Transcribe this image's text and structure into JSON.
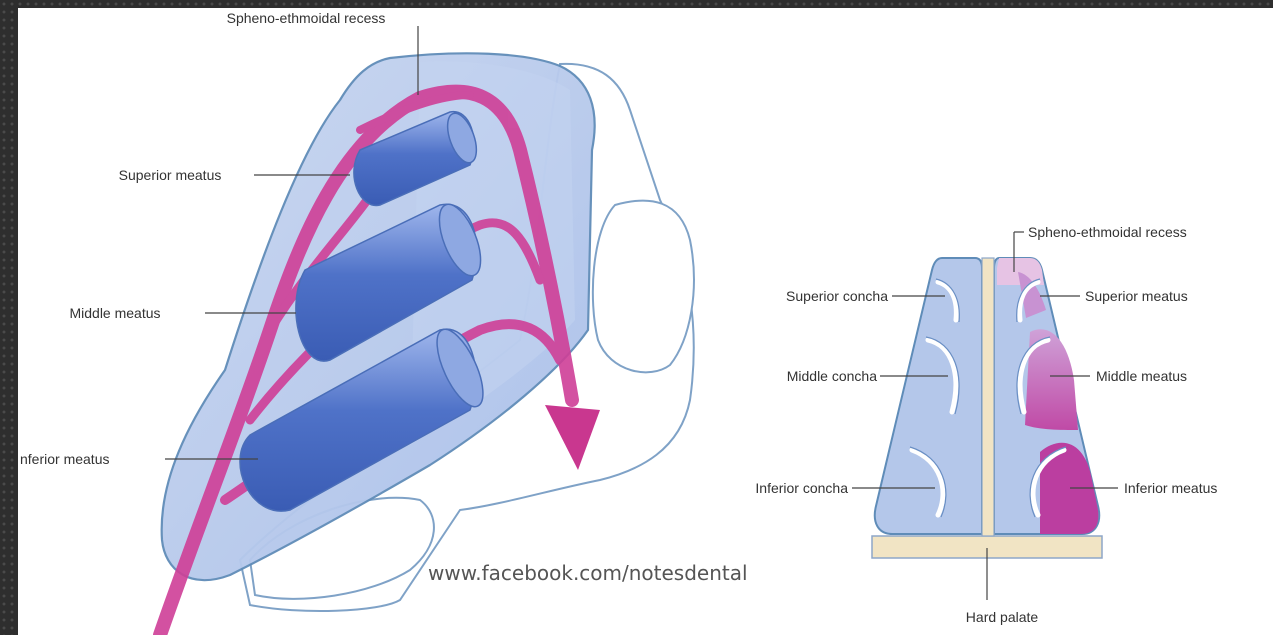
{
  "left_view": {
    "sphenoethmoidal_recess": "Spheno-ethmoidal recess",
    "superior_meatus": "Superior meatus",
    "middle_meatus": "Middle meatus",
    "inferior_meatus": "nferior meatus"
  },
  "right_view": {
    "sphenoethmoidal_recess": "Spheno-ethmoidal recess",
    "superior_concha": "Superior concha",
    "superior_meatus": "Superior meatus",
    "middle_concha": "Middle concha",
    "middle_meatus": "Middle meatus",
    "inferior_concha": "Inferior concha",
    "inferior_meatus": "Inferior meatus",
    "hard_palate": "Hard palate"
  },
  "watermark": "www.facebook.com/notesdental",
  "colors": {
    "cavity_fill": "#b4c7ea",
    "concha_fill": "#5b7ed0",
    "airflow": "#d0449a",
    "outline": "#5f8cb8",
    "palate": "#f1e4c4"
  }
}
